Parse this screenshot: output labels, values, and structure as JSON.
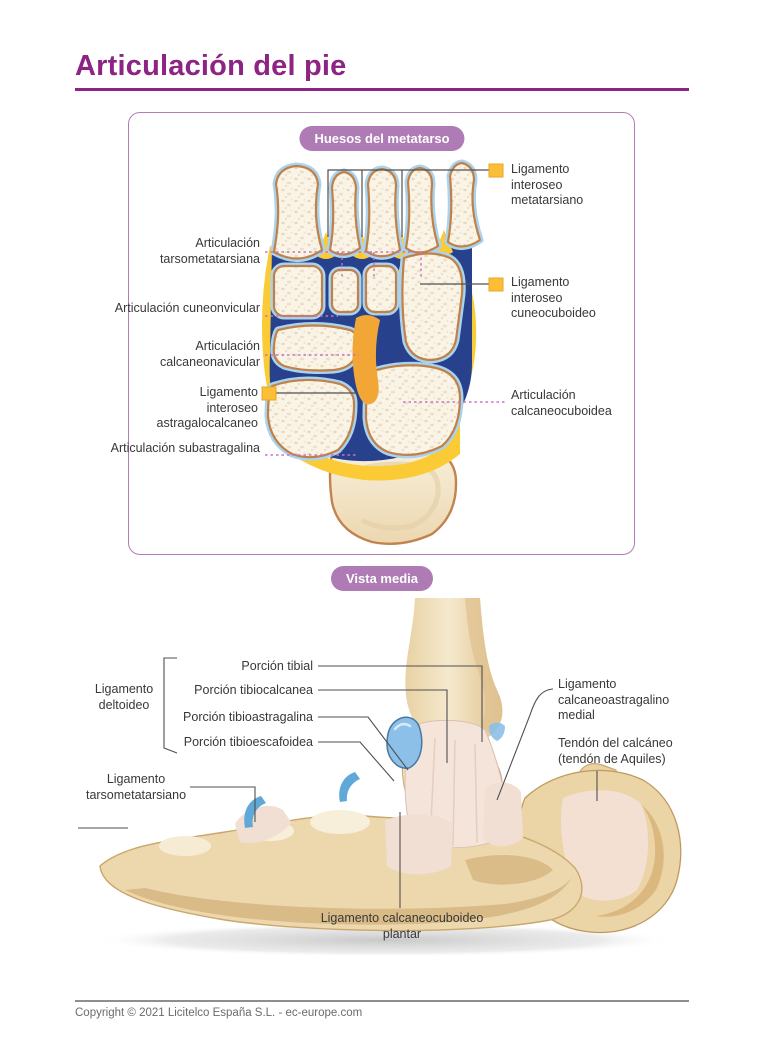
{
  "page": {
    "title": "Articulación del pie",
    "footer": "Copyright © 2021 Licitelco España S.L. - ec-europe.com"
  },
  "colors": {
    "title_purple": "#8d2484",
    "panel_border_purple": "#b27cb5",
    "badge_purple": "#ae7bb4",
    "label_text": "#383838",
    "dotted_leader_purple": "#c573c5",
    "solid_leader_gray": "#4f4f4f",
    "ligament_marker_yellow": "#fbbe37",
    "joint_dark_blue": "#27418d",
    "cartilage_light_blue": "#a9d3ee",
    "bone_cream": "#faf4e6",
    "bone_outline_brown": "#c08149",
    "ligament_yellow": "#fbcb35",
    "interosseous_orange": "#f2a636",
    "bone_tan": "#edd8ae",
    "ligament_pink": "#f4e4da",
    "cartilage_blue_medial": "#8cc0e8"
  },
  "metatarsus_panel": {
    "badge": "Huesos del metatarso",
    "labels": {
      "ligamento_interoseo_metatarsiano": "Ligamento interoseo metatarsiano",
      "articulacion_tarsometatarsiana": "Articulación tarsometatarsiana",
      "ligamento_interoseo_cuneocuboideo": "Ligamento interoseo cuneocuboideo",
      "articulacion_cuneonvicular": "Articulación cuneonvicular",
      "articulacion_calcaneonavicular": "Articulación calcaneonavicular",
      "ligamento_interoseo_astragalocalcaneo": "Ligamento interoseo astragalocalcaneo",
      "articulacion_calcaneocuboidea": "Articulación calcaneocuboidea",
      "articulacion_subastragalina": "Articulación subastragalina"
    }
  },
  "medial_view_panel": {
    "badge": "Vista media",
    "labels": {
      "ligamento_deltoideo": "Ligamento deltoideo",
      "porcion_tibial": "Porción tibial",
      "porcion_tibiocalcanea": "Porción tibiocalcanea",
      "porcion_tibioastragalina": "Porción tibioastragalina",
      "porcion_tibioescafoidea": "Porción tibioescafoidea",
      "ligamento_calcaneoastragalino_medial": "Ligamento calcaneoastragalino medial",
      "tendon_del_calcaneo": "Tendón del calcáneo (tendón de Aquiles)",
      "ligamento_tarsometatarsiano": "Ligamento tarsometatarsiano",
      "ligamento_calcaneocuboideo_plantar": "Ligamento calcaneocuboideo plantar"
    }
  }
}
